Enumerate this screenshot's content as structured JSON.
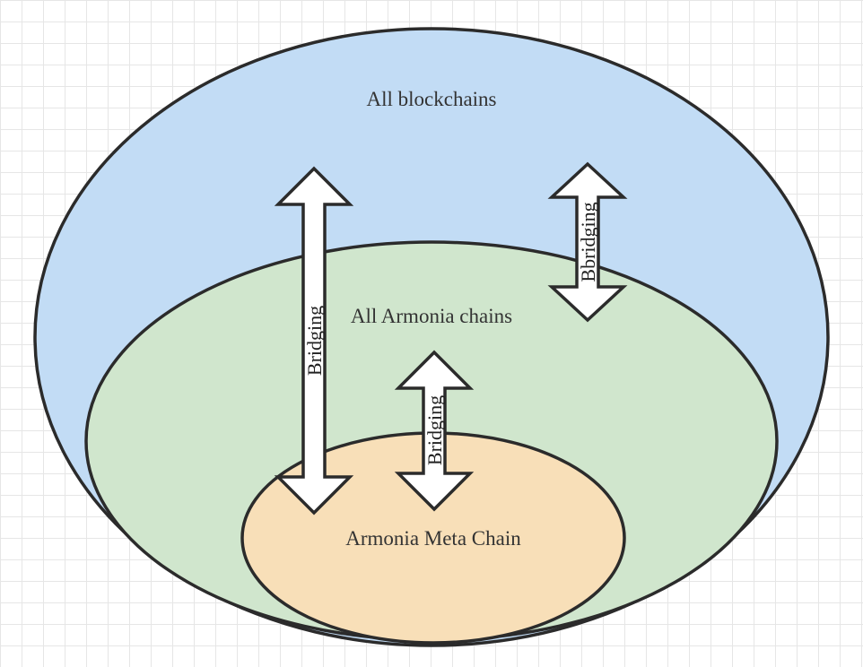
{
  "colors": {
    "blockchains_fill": "#c2dcf5",
    "armonia_fill": "#d0e6cd",
    "meta_fill": "#f8dfb8",
    "outline": "#2b2b2b",
    "arrow_fill": "#ffffff"
  },
  "regions": {
    "all_blockchains": "All blockchains",
    "all_armonia_chains": "All Armonia chains",
    "armonia_meta_chain": "Armonia Meta Chain"
  },
  "arrows": {
    "long_left": "Bridging",
    "center": "Bridging",
    "right": "Bbridging"
  }
}
